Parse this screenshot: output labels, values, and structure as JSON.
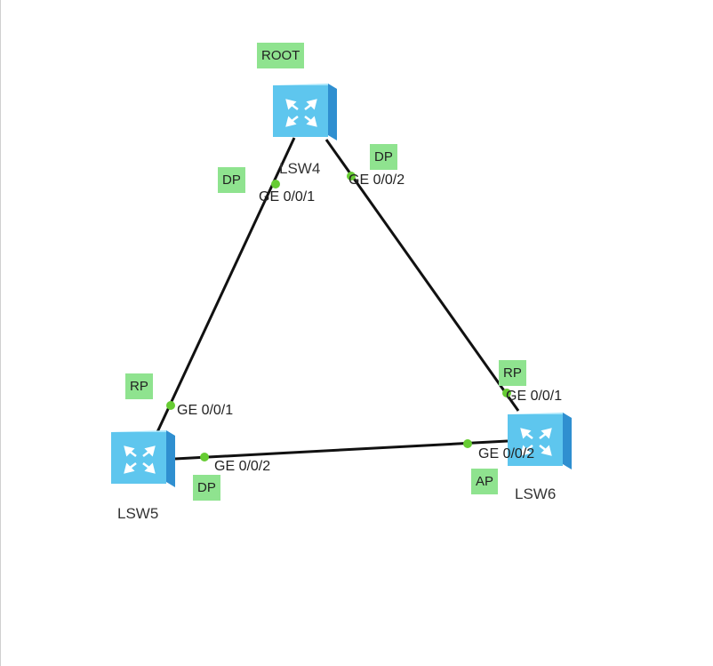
{
  "colors": {
    "label_bg": "#8fe38f",
    "port_dot": "#66cc33",
    "link": "#111111",
    "switch_front": "#5ec6ee",
    "switch_side": "#2f8fd0"
  },
  "devices": {
    "lsw4": {
      "name": "LSW4",
      "icon": "switch-icon",
      "role": "ROOT"
    },
    "lsw5": {
      "name": "LSW5",
      "icon": "switch-icon"
    },
    "lsw6": {
      "name": "LSW6",
      "icon": "switch-icon"
    }
  },
  "links": [
    {
      "from": "LSW4",
      "to": "LSW5"
    },
    {
      "from": "LSW4",
      "to": "LSW6"
    },
    {
      "from": "LSW5",
      "to": "LSW6"
    }
  ],
  "ports": {
    "lsw4_ge1": {
      "name": "GE 0/0/1",
      "role": "DP"
    },
    "lsw4_ge2": {
      "name": "GE 0/0/2",
      "role": "DP"
    },
    "lsw5_ge1": {
      "name": "GE 0/0/1",
      "role": "RP"
    },
    "lsw5_ge2": {
      "name": "GE 0/0/2",
      "role": "DP"
    },
    "lsw6_ge1": {
      "name": "GE 0/0/1",
      "role": "RP"
    },
    "lsw6_ge2": {
      "name": "GE 0/0/2",
      "role": "AP"
    }
  }
}
